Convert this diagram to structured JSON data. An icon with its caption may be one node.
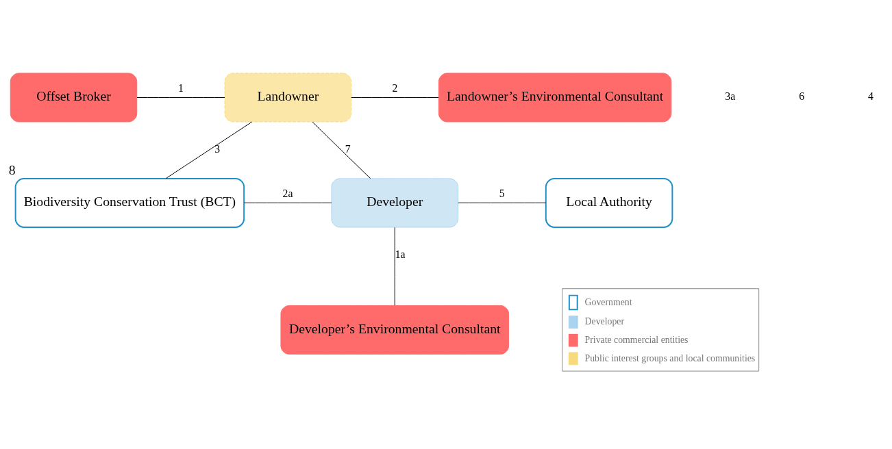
{
  "diagram": {
    "nodes": [
      {
        "text": [
          "Offset Broker"
        ]
      },
      {
        "text": [
          "Landowner"
        ]
      },
      {
        "text": [
          "Landowner’s Environmental Consultant"
        ]
      },
      {
        "text": [
          "Biodiversity Conservation Trust (BCT)"
        ],
        "beside": [
          "8"
        ]
      },
      {
        "text": [
          "Developer"
        ]
      },
      {
        "text": [
          "Local Authority"
        ]
      },
      {
        "text": [
          "Developer’s Environmental Consultant"
        ]
      }
    ],
    "edges": [
      {
        "from": 0,
        "to": 1,
        "arrow": "none",
        "label": "1"
      },
      {
        "from": 1,
        "to": 2,
        "arrow": "none",
        "label": "2"
      },
      {
        "from": 1,
        "to": 3,
        "arrow": "none",
        "label": "3"
      },
      {
        "from": 1,
        "to": 4,
        "arrow": "none",
        "label": "7"
      },
      {
        "from": 3,
        "to": 4,
        "arrow": "none",
        "label": "2a"
      },
      {
        "from": 4,
        "to": 5,
        "arrow": "none",
        "label": "5"
      },
      {
        "from": 4,
        "to": 6,
        "arrow": "none",
        "label": "1a"
      }
    ],
    "labels": [
      "3a",
      "6",
      "4"
    ],
    "legend": [
      {
        "text": "Government",
        "color": "#1f8fc8"
      },
      {
        "text": "Developer",
        "color": "#a9d3ef"
      },
      {
        "text": "Private commercial entities",
        "color": "#ff6b6b"
      },
      {
        "text": "Public interest groups and local communities",
        "color": "#f7d97e"
      }
    ]
  }
}
